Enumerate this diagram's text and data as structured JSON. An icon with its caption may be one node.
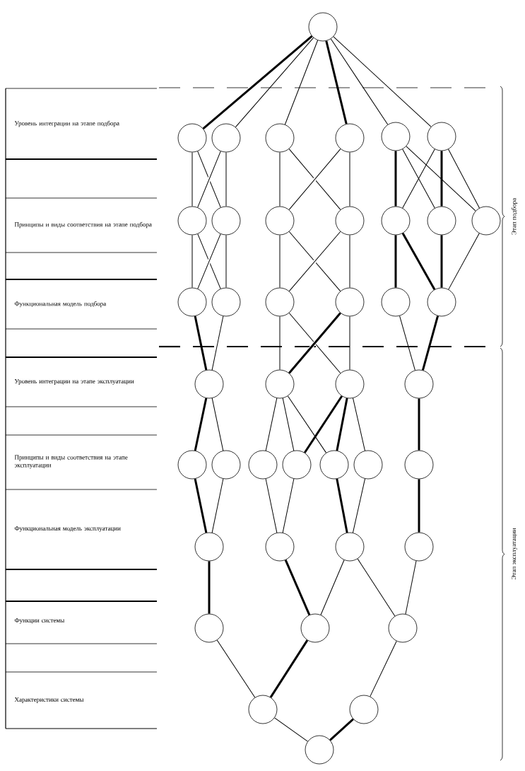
{
  "diagram": {
    "nodes": [
      {
        "text": [],
        "shape": "circle"
      },
      {
        "text": [],
        "shape": "circle"
      },
      {
        "text": [],
        "shape": "circle"
      },
      {
        "text": [],
        "shape": "circle"
      },
      {
        "text": [],
        "shape": "circle"
      },
      {
        "text": [],
        "shape": "circle"
      },
      {
        "text": [],
        "shape": "circle"
      },
      {
        "text": [],
        "shape": "circle"
      },
      {
        "text": [],
        "shape": "circle"
      },
      {
        "text": [],
        "shape": "circle"
      },
      {
        "text": [],
        "shape": "circle"
      },
      {
        "text": [],
        "shape": "circle"
      },
      {
        "text": [],
        "shape": "circle"
      },
      {
        "text": [],
        "shape": "circle"
      },
      {
        "text": [],
        "shape": "circle"
      },
      {
        "text": [],
        "shape": "circle"
      },
      {
        "text": [],
        "shape": "circle"
      },
      {
        "text": [],
        "shape": "circle"
      },
      {
        "text": [],
        "shape": "circle"
      },
      {
        "text": [],
        "shape": "circle"
      },
      {
        "text": [],
        "shape": "circle"
      },
      {
        "text": [],
        "shape": "circle"
      },
      {
        "text": [],
        "shape": "circle"
      },
      {
        "text": [],
        "shape": "circle"
      },
      {
        "text": [],
        "shape": "circle"
      },
      {
        "text": [],
        "shape": "circle"
      },
      {
        "text": [],
        "shape": "circle"
      },
      {
        "text": [],
        "shape": "circle"
      },
      {
        "text": [],
        "shape": "circle"
      },
      {
        "text": [],
        "shape": "circle"
      },
      {
        "text": [],
        "shape": "circle"
      },
      {
        "text": [],
        "shape": "circle"
      },
      {
        "text": [],
        "shape": "circle"
      },
      {
        "text": [],
        "shape": "circle"
      },
      {
        "text": [],
        "shape": "circle"
      },
      {
        "text": [],
        "shape": "circle"
      },
      {
        "text": [],
        "shape": "circle"
      },
      {
        "text": [],
        "shape": "circle"
      },
      {
        "text": [],
        "shape": "circle"
      },
      {
        "text": [],
        "shape": "circle"
      },
      {
        "text": [],
        "shape": "circle"
      }
    ],
    "edges": [
      {
        "from": 0,
        "to": 1,
        "arrow": "none",
        "style": "thick"
      },
      {
        "from": 0,
        "to": 2,
        "arrow": "none"
      },
      {
        "from": 0,
        "to": 3,
        "arrow": "none"
      },
      {
        "from": 0,
        "to": 4,
        "arrow": "none",
        "style": "thick"
      },
      {
        "from": 0,
        "to": 5,
        "arrow": "none"
      },
      {
        "from": 0,
        "to": 6,
        "arrow": "none"
      },
      {
        "from": 1,
        "to": 7,
        "arrow": "none"
      },
      {
        "from": 1,
        "to": 8,
        "arrow": "none"
      },
      {
        "from": 2,
        "to": 7,
        "arrow": "none"
      },
      {
        "from": 2,
        "to": 8,
        "arrow": "none"
      },
      {
        "from": 3,
        "to": 9,
        "arrow": "none"
      },
      {
        "from": 3,
        "to": 10,
        "arrow": "none"
      },
      {
        "from": 4,
        "to": 9,
        "arrow": "none"
      },
      {
        "from": 4,
        "to": 10,
        "arrow": "none"
      },
      {
        "from": 5,
        "to": 11,
        "arrow": "none",
        "style": "thick"
      },
      {
        "from": 5,
        "to": 12,
        "arrow": "none"
      },
      {
        "from": 5,
        "to": 13,
        "arrow": "none"
      },
      {
        "from": 6,
        "to": 11,
        "arrow": "none"
      },
      {
        "from": 6,
        "to": 12,
        "arrow": "none",
        "style": "thick"
      },
      {
        "from": 6,
        "to": 13,
        "arrow": "none"
      },
      {
        "from": 7,
        "to": 14,
        "arrow": "none"
      },
      {
        "from": 7,
        "to": 15,
        "arrow": "none"
      },
      {
        "from": 8,
        "to": 14,
        "arrow": "none"
      },
      {
        "from": 8,
        "to": 15,
        "arrow": "none"
      },
      {
        "from": 9,
        "to": 16,
        "arrow": "none"
      },
      {
        "from": 9,
        "to": 17,
        "arrow": "none"
      },
      {
        "from": 10,
        "to": 16,
        "arrow": "none"
      },
      {
        "from": 10,
        "to": 17,
        "arrow": "none"
      },
      {
        "from": 11,
        "to": 18,
        "arrow": "none",
        "style": "thick"
      },
      {
        "from": 11,
        "to": 19,
        "arrow": "none",
        "style": "thick"
      },
      {
        "from": 12,
        "to": 19,
        "arrow": "none",
        "style": "thick"
      },
      {
        "from": 13,
        "to": 19,
        "arrow": "none"
      },
      {
        "from": 14,
        "to": 20,
        "arrow": "none",
        "style": "thick"
      },
      {
        "from": 15,
        "to": 20,
        "arrow": "none"
      },
      {
        "from": 16,
        "to": 21,
        "arrow": "none"
      },
      {
        "from": 16,
        "to": 22,
        "arrow": "none"
      },
      {
        "from": 17,
        "to": 21,
        "arrow": "none",
        "style": "thick"
      },
      {
        "from": 17,
        "to": 22,
        "arrow": "none"
      },
      {
        "from": 18,
        "to": 23,
        "arrow": "none"
      },
      {
        "from": 19,
        "to": 23,
        "arrow": "none",
        "style": "thick"
      },
      {
        "from": 20,
        "to": 24,
        "arrow": "none",
        "style": "thick"
      },
      {
        "from": 20,
        "to": 25,
        "arrow": "none"
      },
      {
        "from": 21,
        "to": 26,
        "arrow": "none"
      },
      {
        "from": 21,
        "to": 27,
        "arrow": "none"
      },
      {
        "from": 21,
        "to": 28,
        "arrow": "none"
      },
      {
        "from": 22,
        "to": 27,
        "arrow": "none",
        "style": "thick"
      },
      {
        "from": 22,
        "to": 28,
        "arrow": "none",
        "style": "thick"
      },
      {
        "from": 22,
        "to": 29,
        "arrow": "none"
      },
      {
        "from": 23,
        "to": 30,
        "arrow": "none",
        "style": "thick"
      },
      {
        "from": 24,
        "to": 31,
        "arrow": "none",
        "style": "thick"
      },
      {
        "from": 25,
        "to": 31,
        "arrow": "none"
      },
      {
        "from": 26,
        "to": 32,
        "arrow": "none"
      },
      {
        "from": 27,
        "to": 32,
        "arrow": "none"
      },
      {
        "from": 28,
        "to": 33,
        "arrow": "none",
        "style": "thick"
      },
      {
        "from": 29,
        "to": 33,
        "arrow": "none"
      },
      {
        "from": 30,
        "to": 34,
        "arrow": "none",
        "style": "thick"
      },
      {
        "from": 31,
        "to": 35,
        "arrow": "none",
        "style": "thick"
      },
      {
        "from": 32,
        "to": 36,
        "arrow": "none",
        "style": "thick"
      },
      {
        "from": 33,
        "to": 36,
        "arrow": "none"
      },
      {
        "from": 33,
        "to": 37,
        "arrow": "none"
      },
      {
        "from": 34,
        "to": 37,
        "arrow": "none"
      },
      {
        "from": 35,
        "to": 38,
        "arrow": "none"
      },
      {
        "from": 36,
        "to": 38,
        "arrow": "none",
        "style": "thick"
      },
      {
        "from": 37,
        "to": 39,
        "arrow": "none"
      },
      {
        "from": 38,
        "to": 40,
        "arrow": "none"
      },
      {
        "from": 39,
        "to": 40,
        "arrow": "none",
        "style": "thick"
      }
    ],
    "labels": [
      "Уровень интеграции на этапе подбора",
      "Принципы и виды соответствия на этапе подбора",
      "Функциональная модель подбора",
      "Уровень интеграции на этапе эксплуатации",
      "Принципы и виды соответствия на этапе эксплуатации",
      "Функциональная модель эксплуатации",
      "Функции системы",
      "Характеристики системы",
      "Этап подбора",
      "Этап эксплуатации"
    ]
  }
}
